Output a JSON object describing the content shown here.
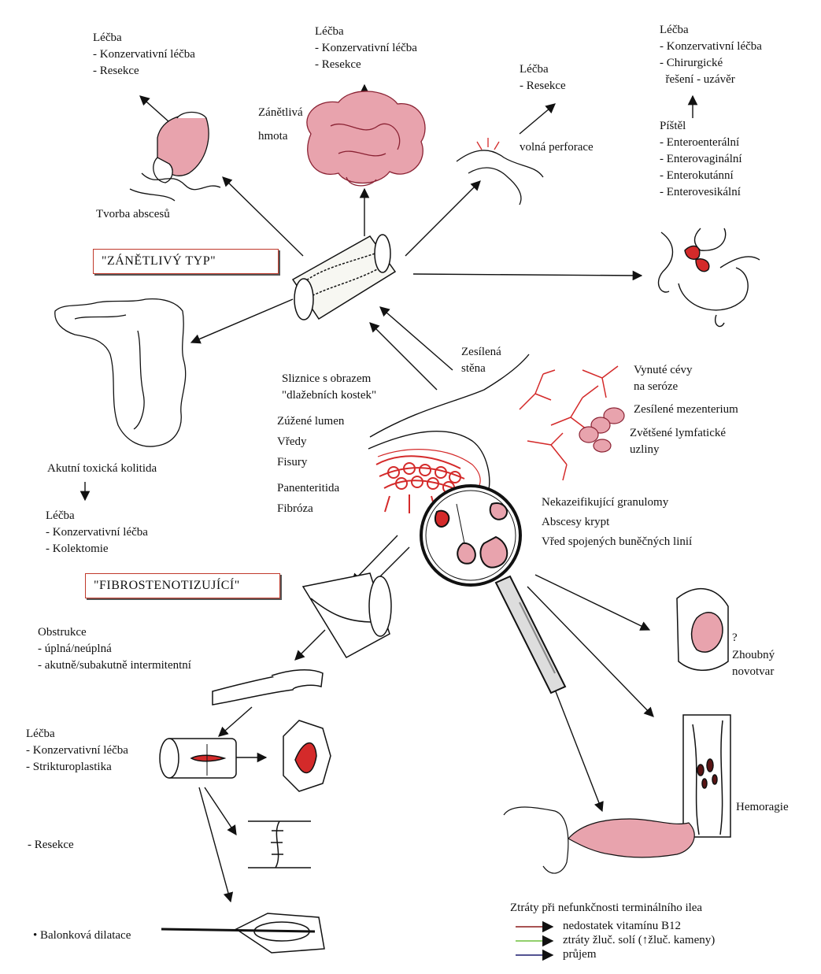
{
  "colors": {
    "tissue": "#e8a3ad",
    "tissue_dark": "#c94a5d",
    "vessel": "#d42a2a",
    "arrow": "#111111",
    "box_border": "#c0392b",
    "legend_b12": "#8b1a1a",
    "legend_bile": "#6fbf3c",
    "legend_diarrhea": "#1a1a6e"
  },
  "absces": {
    "treatment_title": "Léčba",
    "treatment_items": [
      "- Konzervativní léčba",
      "- Resekce"
    ],
    "caption": "Tvorba abscesů"
  },
  "mass": {
    "treatment_title": "Léčba",
    "treatment_items": [
      "- Konzervativní léčba",
      "- Resekce"
    ],
    "caption_lines": [
      "Zánětlivá",
      "hmota"
    ]
  },
  "perforation": {
    "treatment_title": "Léčba",
    "treatment_items": [
      "- Resekce"
    ],
    "caption": "volná perforace"
  },
  "fistula": {
    "treatment_title": "Léčba",
    "treatment_items": [
      "- Konzervativní léčba",
      "- Chirurgické",
      "  řešení - uzávěr"
    ],
    "title": "Píštěl",
    "types": [
      "- Enteroenterální",
      "- Enterovaginální",
      "- Enterokutánní",
      "- Enterovesikální"
    ]
  },
  "inflammatory_type": "\"ZÁNĚTLIVÝ TYP\"",
  "fibrostenotic_type": "\"FIBROSTENOTIZUJÍCÍ\"",
  "colitis": {
    "caption": "Akutní toxická kolitida",
    "treatment_title": "Léčba",
    "treatment_items": [
      "- Konzervativní léčba",
      "- Kolektomie"
    ]
  },
  "wall": {
    "thickened_lines": [
      "Zesílená",
      "stěna"
    ],
    "mucosa_lines": [
      "Sliznice s obrazem",
      "\"dlažebních kostek\""
    ],
    "features": [
      "Zúžené lumen",
      "Vředy",
      "Fisury"
    ],
    "features2": [
      "Panenteritida",
      "Fibróza"
    ]
  },
  "serosa": {
    "vessels_lines": [
      "Vynuté cévy",
      "na seróze"
    ],
    "mesentery": "Zesílené mezenterium",
    "nodes_lines": [
      "Zvětšené lymfatické",
      "uzliny"
    ]
  },
  "micro": {
    "items": [
      "Nekazeifikující granulomy",
      "Abscesy krypt",
      "Vřed spojených buněčných linií"
    ]
  },
  "obstruction": {
    "title": "Obstrukce",
    "items": [
      "- úplná/neúplná",
      "- akutně/subakutně intermitentní"
    ]
  },
  "stricture": {
    "treatment_title": "Léčba",
    "treatment_items": [
      "- Konzervativní léčba",
      "- Strikturoplastika"
    ],
    "resection": "- Resekce",
    "balloon": "• Balonková dilatace"
  },
  "neoplasm": {
    "question": "?",
    "lines": [
      "Zhoubný",
      "novotvar"
    ]
  },
  "hemorrhage": "Hemoragie",
  "ileum": {
    "title": "Ztráty při nefunkčnosti terminálního ilea",
    "legend": [
      "nedostatek vitamínu B12",
      "ztráty žluč. solí (↑žluč. kameny)",
      "průjem"
    ]
  }
}
